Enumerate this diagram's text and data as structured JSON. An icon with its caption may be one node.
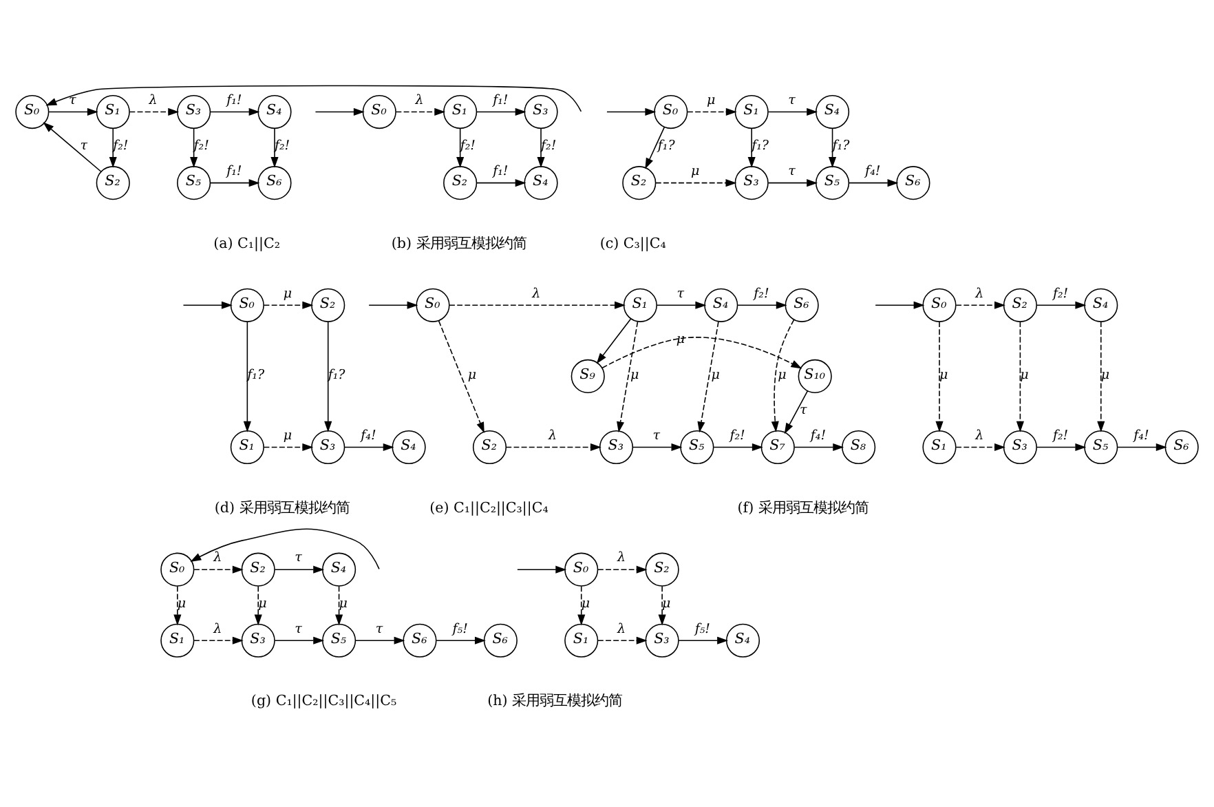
{
  "diagram": {
    "nodes": [
      {
        "text": [
          "S₀"
        ]
      },
      {
        "text": [
          "S₁"
        ]
      },
      {
        "text": [
          "S₂"
        ]
      },
      {
        "text": [
          "S₃"
        ]
      },
      {
        "text": [
          "S₄"
        ]
      },
      {
        "text": [
          "S₅"
        ]
      },
      {
        "text": [
          "S₆"
        ]
      },
      {
        "text": [
          "S₀"
        ]
      },
      {
        "text": [
          "S₁"
        ]
      },
      {
        "text": [
          "S₂"
        ]
      },
      {
        "text": [
          "S₃"
        ]
      },
      {
        "text": [
          "S₄"
        ]
      },
      {
        "text": [
          "S₀"
        ]
      },
      {
        "text": [
          "S₁"
        ]
      },
      {
        "text": [
          "S₂"
        ]
      },
      {
        "text": [
          "S₃"
        ]
      },
      {
        "text": [
          "S₄"
        ]
      },
      {
        "text": [
          "S₅"
        ]
      },
      {
        "text": [
          "S₆"
        ]
      },
      {
        "text": [
          "S₀"
        ]
      },
      {
        "text": [
          "S₁"
        ]
      },
      {
        "text": [
          "S₂"
        ]
      },
      {
        "text": [
          "S₃"
        ]
      },
      {
        "text": [
          "S₄"
        ]
      },
      {
        "text": [
          "S₀"
        ]
      },
      {
        "text": [
          "S₁"
        ]
      },
      {
        "text": [
          "S₂"
        ]
      },
      {
        "text": [
          "S₃"
        ]
      },
      {
        "text": [
          "S₄"
        ]
      },
      {
        "text": [
          "S₅"
        ]
      },
      {
        "text": [
          "S₆"
        ]
      },
      {
        "text": [
          "S₇"
        ]
      },
      {
        "text": [
          "S₈"
        ]
      },
      {
        "text": [
          "S₉"
        ]
      },
      {
        "text": [
          "S₁₀"
        ]
      },
      {
        "text": [
          "S₀"
        ]
      },
      {
        "text": [
          "S₁"
        ]
      },
      {
        "text": [
          "S₂"
        ]
      },
      {
        "text": [
          "S₃"
        ]
      },
      {
        "text": [
          "S₄"
        ]
      },
      {
        "text": [
          "S₅"
        ]
      },
      {
        "text": [
          "S₆"
        ]
      },
      {
        "text": [
          "S₀"
        ]
      },
      {
        "text": [
          "S₁"
        ]
      },
      {
        "text": [
          "S₂"
        ]
      },
      {
        "text": [
          "S₃"
        ]
      },
      {
        "text": [
          "S₄"
        ]
      },
      {
        "text": [
          "S₅"
        ]
      },
      {
        "text": [
          "S₆"
        ]
      },
      {
        "text": [
          "S₆"
        ]
      },
      {
        "text": [
          "S₀"
        ]
      },
      {
        "text": [
          "S₁"
        ]
      },
      {
        "text": [
          "S₂"
        ]
      },
      {
        "text": [
          "S₃"
        ]
      },
      {
        "text": [
          "S₄"
        ]
      }
    ],
    "edges": [
      {
        "from": null,
        "to": 0,
        "arrow": "to"
      },
      {
        "from": 0,
        "to": 1,
        "arrow": "to",
        "label": "τ"
      },
      {
        "from": 1,
        "to": 3,
        "arrow": "to",
        "label": "λ",
        "style": "dashed"
      },
      {
        "from": 3,
        "to": 4,
        "arrow": "to",
        "label": "f₁!"
      },
      {
        "from": 1,
        "to": 2,
        "arrow": "to",
        "label": "f₂!"
      },
      {
        "from": 2,
        "to": 0,
        "arrow": "to",
        "label": "τ"
      },
      {
        "from": 3,
        "to": 5,
        "arrow": "to",
        "label": "f₂!"
      },
      {
        "from": 4,
        "to": 6,
        "arrow": "to",
        "label": "f₂!"
      },
      {
        "from": 5,
        "to": 6,
        "arrow": "to",
        "label": "f₁!"
      },
      {
        "from": null,
        "to": 7,
        "arrow": "to"
      },
      {
        "from": 7,
        "to": 8,
        "arrow": "to",
        "label": "λ",
        "style": "dashed"
      },
      {
        "from": 8,
        "to": 10,
        "arrow": "to",
        "label": "f₁!"
      },
      {
        "from": 8,
        "to": 9,
        "arrow": "to",
        "label": "f₂!"
      },
      {
        "from": 10,
        "to": 11,
        "arrow": "to",
        "label": "f₂!"
      },
      {
        "from": 9,
        "to": 11,
        "arrow": "to",
        "label": "f₁!"
      },
      {
        "from": null,
        "to": 12,
        "arrow": "to"
      },
      {
        "from": 12,
        "to": 13,
        "arrow": "to",
        "label": "μ",
        "style": "dashed"
      },
      {
        "from": 13,
        "to": 16,
        "arrow": "to",
        "label": "τ"
      },
      {
        "from": 12,
        "to": 14,
        "arrow": "to",
        "label": "f₁?"
      },
      {
        "from": 13,
        "to": 15,
        "arrow": "to",
        "label": "f₁?"
      },
      {
        "from": 16,
        "to": 17,
        "arrow": "to",
        "label": "f₁?"
      },
      {
        "from": 14,
        "to": 15,
        "arrow": "to",
        "label": "μ",
        "style": "dashed"
      },
      {
        "from": 15,
        "to": 17,
        "arrow": "to",
        "label": "τ"
      },
      {
        "from": 17,
        "to": 18,
        "arrow": "to",
        "label": "f₄!"
      },
      {
        "from": null,
        "to": 19,
        "arrow": "to"
      },
      {
        "from": 19,
        "to": 21,
        "arrow": "to",
        "label": "μ",
        "style": "dashed"
      },
      {
        "from": 19,
        "to": 20,
        "arrow": "to",
        "label": "f₁?"
      },
      {
        "from": 21,
        "to": 22,
        "arrow": "to",
        "label": "f₁?"
      },
      {
        "from": 20,
        "to": 22,
        "arrow": "to",
        "label": "μ",
        "style": "dashed"
      },
      {
        "from": 22,
        "to": 23,
        "arrow": "to",
        "label": "f₄!"
      },
      {
        "from": null,
        "to": 24,
        "arrow": "to"
      },
      {
        "from": 24,
        "to": 25,
        "arrow": "to",
        "label": "λ",
        "style": "dashed"
      },
      {
        "from": 25,
        "to": 33,
        "arrow": "to"
      },
      {
        "from": 33,
        "to": 34,
        "arrow": "to",
        "label": "μ",
        "style": "dashed"
      },
      {
        "from": 34,
        "to": 31,
        "arrow": "to",
        "label": "τ"
      },
      {
        "from": 25,
        "to": 28,
        "arrow": "to",
        "label": "τ"
      },
      {
        "from": 28,
        "to": 30,
        "arrow": "to",
        "label": "f₂!"
      },
      {
        "from": 24,
        "to": 26,
        "arrow": "to",
        "label": "μ",
        "style": "dashed"
      },
      {
        "from": 25,
        "to": 27,
        "arrow": "to",
        "label": "μ",
        "style": "dashed"
      },
      {
        "from": 28,
        "to": 29,
        "arrow": "to",
        "label": "μ",
        "style": "dashed"
      },
      {
        "from": 30,
        "to": 31,
        "arrow": "to",
        "label": "μ",
        "style": "dashed"
      },
      {
        "from": 26,
        "to": 27,
        "arrow": "to",
        "label": "λ",
        "style": "dashed"
      },
      {
        "from": 27,
        "to": 29,
        "arrow": "to",
        "label": "τ"
      },
      {
        "from": 29,
        "to": 31,
        "arrow": "to",
        "label": "f₂!"
      },
      {
        "from": 31,
        "to": 32,
        "arrow": "to",
        "label": "f₄!"
      },
      {
        "from": null,
        "to": 35,
        "arrow": "to"
      },
      {
        "from": 35,
        "to": 37,
        "arrow": "to",
        "label": "λ",
        "style": "dashed"
      },
      {
        "from": 37,
        "to": 39,
        "arrow": "to",
        "label": "f₂!"
      },
      {
        "from": 35,
        "to": 36,
        "arrow": "to",
        "label": "μ",
        "style": "dashed"
      },
      {
        "from": 37,
        "to": 38,
        "arrow": "to",
        "label": "μ",
        "style": "dashed"
      },
      {
        "from": 39,
        "to": 40,
        "arrow": "to",
        "label": "μ",
        "style": "dashed"
      },
      {
        "from": 36,
        "to": 38,
        "arrow": "to",
        "label": "λ",
        "style": "dashed"
      },
      {
        "from": 38,
        "to": 40,
        "arrow": "to",
        "label": "f₂!"
      },
      {
        "from": 40,
        "to": 41,
        "arrow": "to",
        "label": "f₄!"
      },
      {
        "from": null,
        "to": 42,
        "arrow": "to"
      },
      {
        "from": 42,
        "to": 44,
        "arrow": "to",
        "label": "λ",
        "style": "dashed"
      },
      {
        "from": 44,
        "to": 46,
        "arrow": "to",
        "label": "τ"
      },
      {
        "from": 42,
        "to": 43,
        "arrow": "to",
        "label": "μ",
        "style": "dashed"
      },
      {
        "from": 44,
        "to": 45,
        "arrow": "to",
        "label": "μ",
        "style": "dashed"
      },
      {
        "from": 46,
        "to": 47,
        "arrow": "to",
        "label": "μ",
        "style": "dashed"
      },
      {
        "from": 43,
        "to": 45,
        "arrow": "to",
        "label": "λ",
        "style": "dashed"
      },
      {
        "from": 45,
        "to": 47,
        "arrow": "to",
        "label": "τ"
      },
      {
        "from": 47,
        "to": 48,
        "arrow": "to",
        "label": "τ"
      },
      {
        "from": 48,
        "to": 49,
        "arrow": "to",
        "label": "f₅!"
      },
      {
        "from": null,
        "to": 50,
        "arrow": "to"
      },
      {
        "from": 50,
        "to": 52,
        "arrow": "to",
        "label": "λ",
        "style": "dashed"
      },
      {
        "from": 50,
        "to": 51,
        "arrow": "to",
        "label": "μ",
        "style": "dashed"
      },
      {
        "from": 52,
        "to": 53,
        "arrow": "to",
        "label": "μ",
        "style": "dashed"
      },
      {
        "from": 51,
        "to": 53,
        "arrow": "to",
        "label": "λ",
        "style": "dashed"
      },
      {
        "from": 53,
        "to": 54,
        "arrow": "to",
        "label": "f₅!"
      }
    ],
    "labels": [
      "(a) C₁||C₂",
      "(b) 采用弱互模拟约简",
      "(c) C₃||C₄",
      "(d) 采用弱互模拟约简",
      "(e) C₁||C₂||C₃||C₄",
      "(f) 采用弱互模拟约简",
      "(g) C₁||C₂||C₃||C₄||C₅",
      "(h) 采用弱互模拟约简"
    ]
  }
}
